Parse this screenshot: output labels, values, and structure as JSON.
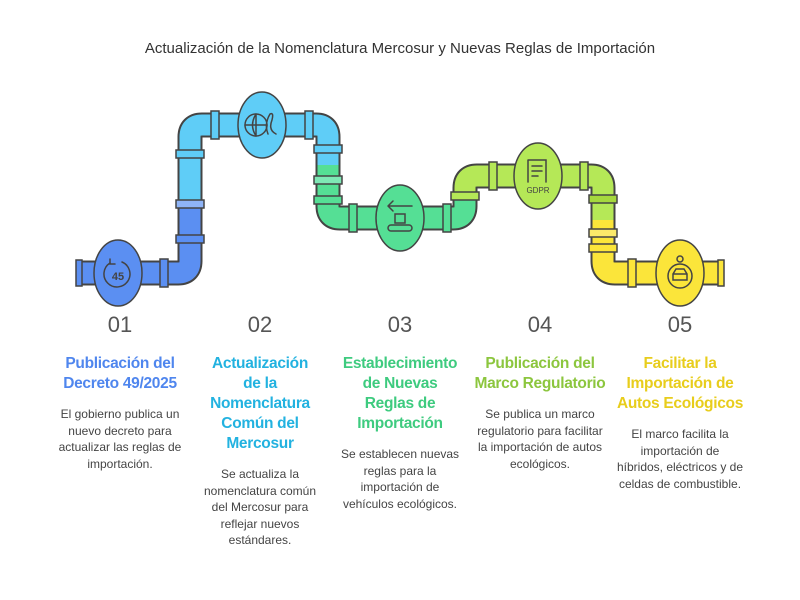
{
  "title": "Actualización de la Nomenclatura Mercosur y Nuevas Reglas de Importación",
  "steps": [
    {
      "number": "01",
      "title": "Publicación del Decreto 49/2025",
      "text": "El gobierno publica un nuevo decreto para actualizar las reglas de importación.",
      "color": "#4f86ee",
      "icon": "rotate-45-icon",
      "icon_text": "45"
    },
    {
      "number": "02",
      "title": "Actualización de la Nomenclatura Común del Mercosur",
      "text": "Se actualiza la nomenclatura común del Mercosur para reflejar nuevos estándares.",
      "color": "#22b2e0",
      "icon": "globe-language-icon"
    },
    {
      "number": "03",
      "title": "Establecimiento de Nuevas Reglas de Importación",
      "text": "Se establecen nuevas reglas para la importación de vehículos ecológicos.",
      "color": "#3ecb7f",
      "icon": "conveyor-import-icon"
    },
    {
      "number": "04",
      "title": "Publicación del Marco Regulatorio",
      "text": "Se publica un marco regulatorio para facilitar la importación de autos ecológicos.",
      "color": "#8cc63e",
      "icon": "gdpr-document-icon",
      "icon_text": "GDPR"
    },
    {
      "number": "05",
      "title": "Facilitar la Importación de Autos Ecológicos",
      "text": "El marco facilita la importación de híbridos, eléctricos y de celdas de combustible.",
      "color": "#e8cd1c",
      "icon": "electric-car-icon"
    }
  ]
}
